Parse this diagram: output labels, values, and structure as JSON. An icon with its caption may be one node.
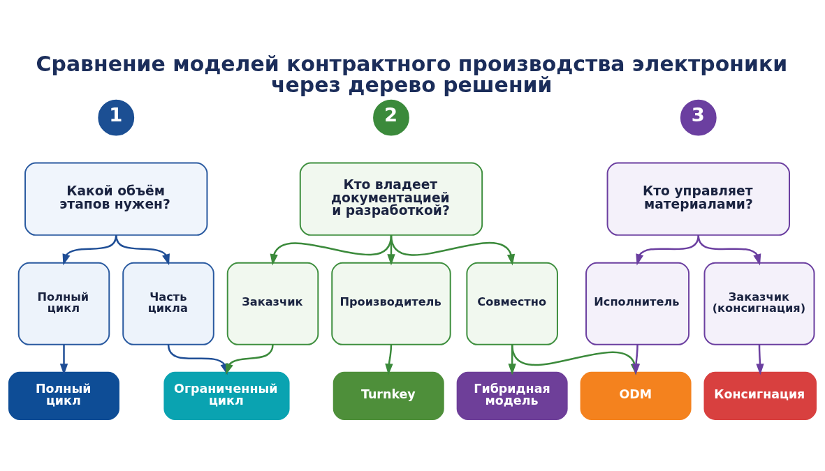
{
  "diagram": {
    "title": "Сравнение моделей контрактного производства электроники через дерево решений",
    "nodes": [
      {
        "text": [
          "1"
        ]
      },
      {
        "text": [
          "Какой объём этапов нужен?"
        ]
      },
      {
        "text": [
          "2"
        ]
      },
      {
        "text": [
          "Кто владеет документацией и разработкой?"
        ]
      },
      {
        "text": [
          "3"
        ]
      },
      {
        "text": [
          "Кто управляет материалами?"
        ]
      },
      {
        "text": [
          "Полный цикл"
        ]
      },
      {
        "text": [
          "Часть цикла"
        ]
      },
      {
        "text": [
          "Заказчик"
        ]
      },
      {
        "text": [
          "Производитель"
        ]
      },
      {
        "text": [
          "Совместно"
        ]
      },
      {
        "text": [
          "Исполнитель"
        ]
      },
      {
        "text": [
          "Заказчик (консигнация)"
        ]
      },
      {
        "text": [
          "Полный цикл"
        ]
      },
      {
        "text": [
          "Ограниченный цикл"
        ]
      },
      {
        "text": [
          "Turnkey"
        ]
      },
      {
        "text": [
          "Гибридная модель"
        ]
      },
      {
        "text": [
          "ODM"
        ]
      },
      {
        "text": [
          "Консигнация"
        ]
      }
    ],
    "edges": [
      {
        "from": 1,
        "to": 6,
        "arrow": "to",
        "color": "#1f4e96"
      },
      {
        "from": 1,
        "to": 7,
        "arrow": "to",
        "color": "#1f4e96"
      },
      {
        "from": 3,
        "to": 8,
        "arrow": "to"
      },
      {
        "from": 3,
        "to": 9,
        "arrow": "to"
      },
      {
        "from": 3,
        "to": 10,
        "arrow": "to"
      },
      {
        "from": 5,
        "to": 11,
        "arrow": "to",
        "color": "#6b3fa0"
      },
      {
        "from": 5,
        "to": 12,
        "arrow": "to",
        "color": "#6b3fa0"
      },
      {
        "from": 6,
        "to": 13,
        "arrow": "to",
        "color": "#1f4e96"
      },
      {
        "from": 7,
        "to": 14,
        "arrow": "to",
        "color": "#1f4e96"
      },
      {
        "from": 8,
        "to": 14,
        "arrow": "to"
      },
      {
        "from": 9,
        "to": 15,
        "arrow": "to"
      },
      {
        "from": 10,
        "to": 16,
        "arrow": "to"
      },
      {
        "from": 10,
        "to": 17,
        "arrow": "to"
      },
      {
        "from": 11,
        "to": 17,
        "arrow": "to",
        "color": "#6b3fa0"
      },
      {
        "from": 12,
        "to": 18,
        "arrow": "to",
        "color": "#6b3fa0"
      }
    ]
  }
}
